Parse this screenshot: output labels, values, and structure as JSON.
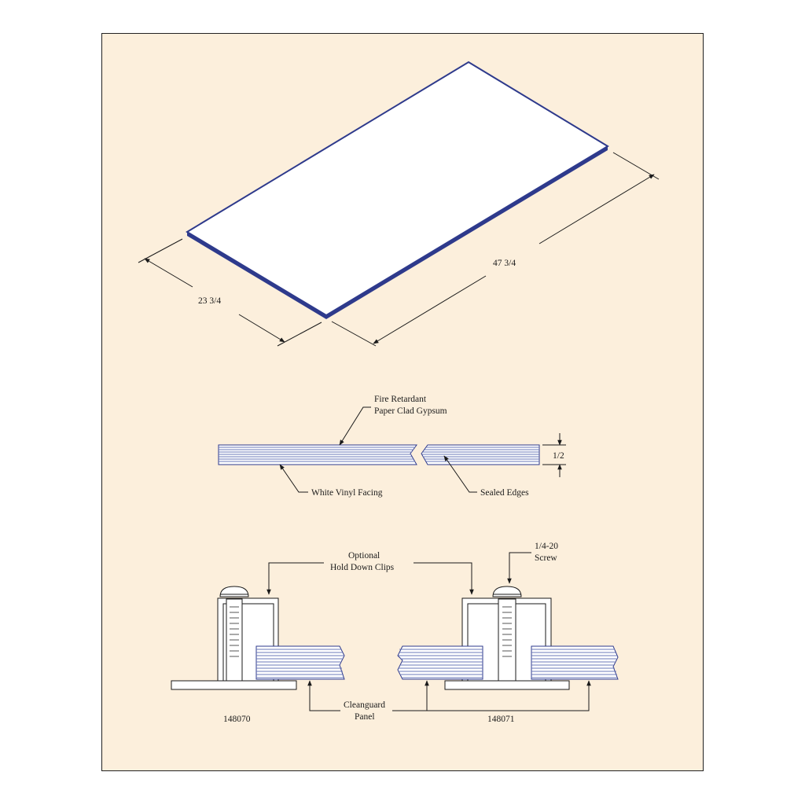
{
  "colors": {
    "background": "#fcefdc",
    "panel_edge": "#2e3a8c",
    "panel_face": "#ffffff",
    "stripe": "#6b78b8",
    "line": "#1a1a1a"
  },
  "panel_view": {
    "width_label": "23 3/4",
    "length_label": "47 3/4"
  },
  "section_view": {
    "core_label_line1": "Fire Retardant",
    "core_label_line2": "Paper Clad Gypsum",
    "facing_label": "White Vinyl Facing",
    "edges_label": "Sealed Edges",
    "thickness_label": "1/2"
  },
  "clip_view": {
    "clips_label_line1": "Optional",
    "clips_label_line2": "Hold Down Clips",
    "screw_label_line1": "1/4-20",
    "screw_label_line2": "Screw",
    "panel_label_line1": "Cleanguard",
    "panel_label_line2": "Panel",
    "left_part_number": "148070",
    "right_part_number": "148071"
  }
}
